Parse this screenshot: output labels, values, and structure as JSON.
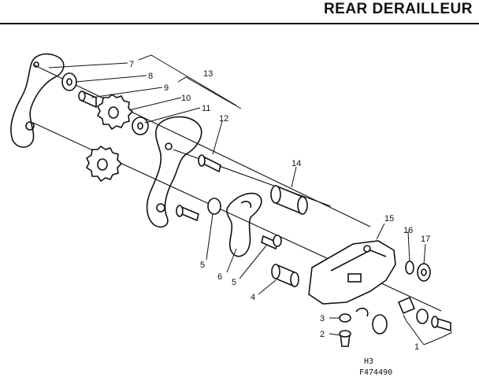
{
  "title": "REAR DERAILLEUR",
  "callouts": [
    "7",
    "8",
    "13",
    "9",
    "10",
    "11",
    "12",
    "14",
    "15",
    "16",
    "17",
    "5",
    "6",
    "5",
    "4",
    "3",
    "2",
    "1"
  ],
  "figure_code": "H3",
  "part_number": "F474490"
}
